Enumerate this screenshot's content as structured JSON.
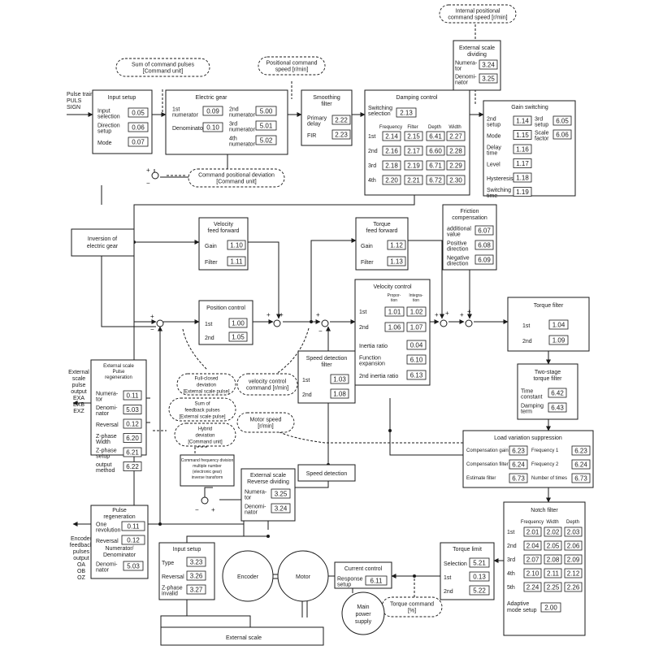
{
  "inputs": {
    "pulse_train": [
      "Pulse train",
      "PULS",
      "SIGN"
    ],
    "external_scale_output": [
      "External",
      "scale",
      "pulse",
      "output",
      "EXA",
      "EXB",
      "EXZ"
    ],
    "encoder_output": [
      "Encoder",
      "feedback",
      "pulses",
      "output",
      "OA",
      "OB",
      "OZ"
    ]
  },
  "clouds": {
    "sum_command": [
      "Sum of command pulses",
      "[Command unit]"
    ],
    "pos_cmd_speed": [
      "Positional command",
      "speed [r/min]"
    ],
    "internal_speed": [
      "Internal positional",
      "command speed [r/min]"
    ],
    "cmd_deviation": [
      "Command positional deviation",
      "[Command unit]"
    ],
    "full_closed": [
      "Full-closed",
      "deviation",
      "[External scale pulse]"
    ],
    "sum_feedback": [
      "Sum of",
      "feedback pulses",
      "[External scale pulse]"
    ],
    "hybrid": [
      "Hybrid",
      "deviation",
      "[Command unit]"
    ],
    "vel_cmd": [
      "velocity control",
      "command [r/min]"
    ],
    "motor_speed": [
      "Motor speed",
      "[r/min]"
    ],
    "torque_cmd": [
      "Torque command",
      "[%]"
    ]
  },
  "input_setup": {
    "title": "Input setup",
    "rows": [
      {
        "label": [
          "Input",
          "selection"
        ],
        "value": "0.05"
      },
      {
        "label": [
          "Direction",
          "setup"
        ],
        "value": "0.06"
      },
      {
        "label": [
          "Mode"
        ],
        "value": "0.07"
      }
    ]
  },
  "electric_gear": {
    "title": "Electric gear",
    "rows": [
      {
        "label": [
          "1st",
          "numerator"
        ],
        "value": "0.09"
      },
      {
        "label": [
          "Denominator"
        ],
        "value": "0.10"
      },
      {
        "label": [
          "2nd",
          "numerator"
        ],
        "value": "5.00"
      },
      {
        "label": [
          "3rd",
          "numerator"
        ],
        "value": "5.01"
      },
      {
        "label": [
          "4th",
          "numerator"
        ],
        "value": "5.02"
      }
    ]
  },
  "smoothing": {
    "title": [
      "Smoothing",
      "filter"
    ],
    "rows": [
      {
        "label": [
          "Primary",
          "delay"
        ],
        "value": "2.22"
      },
      {
        "label": [
          "FIR"
        ],
        "value": "2.23"
      }
    ]
  },
  "damping": {
    "title": "Damping control",
    "switching": {
      "label": [
        "Switching",
        "selection"
      ],
      "value": "2.13"
    },
    "headers": [
      "Frequency",
      "Filter",
      "Depth",
      "Width"
    ],
    "rows": [
      {
        "label": "1st",
        "values": [
          "2.14",
          "2.15",
          "6.41",
          "2.27"
        ]
      },
      {
        "label": "2nd",
        "values": [
          "2.16",
          "2.17",
          "6.60",
          "2.28"
        ]
      },
      {
        "label": "3rd",
        "values": [
          "2.18",
          "2.19",
          "6.71",
          "2.29"
        ]
      },
      {
        "label": "4th",
        "values": [
          "2.20",
          "2.21",
          "6.72",
          "2.30"
        ]
      }
    ]
  },
  "external_scale_dividing": {
    "title": [
      "External scale",
      "dividing"
    ],
    "rows": [
      {
        "label": [
          "Numera-",
          "tor"
        ],
        "value": "3.24"
      },
      {
        "label": [
          "Denomi-",
          "nator"
        ],
        "value": "3.25"
      }
    ]
  },
  "gain_switching": {
    "title": "Gain switching",
    "rows": [
      {
        "label": [
          "2nd",
          "setup"
        ],
        "value": "1.14"
      },
      {
        "label": [
          "Mode"
        ],
        "value": "1.15"
      },
      {
        "label": [
          "Delay",
          "time"
        ],
        "value": "1.16"
      },
      {
        "label": [
          "Level"
        ],
        "value": "1.17"
      },
      {
        "label": [
          "Hysteresis"
        ],
        "value": "1.18"
      },
      {
        "label": [
          "Switching",
          "time"
        ],
        "value": "1.19"
      }
    ],
    "extra": [
      {
        "label": [
          "3rd",
          "setup"
        ],
        "value": "6.05"
      },
      {
        "label": [
          "Scale",
          "factor"
        ],
        "value": "6.06"
      }
    ]
  },
  "inversion": {
    "title": [
      "Inversion of",
      "electric gear"
    ]
  },
  "velocity_ff": {
    "title": [
      "Velocity",
      "feed forward"
    ],
    "rows": [
      {
        "label": [
          "Gain"
        ],
        "value": "1.10"
      },
      {
        "label": [
          "Filter"
        ],
        "value": "1.11"
      }
    ]
  },
  "torque_ff": {
    "title": [
      "Torque",
      "feed forward"
    ],
    "rows": [
      {
        "label": [
          "Gain"
        ],
        "value": "1.12"
      },
      {
        "label": [
          "Filter"
        ],
        "value": "1.13"
      }
    ]
  },
  "friction": {
    "title": [
      "Friction",
      "compensation"
    ],
    "rows": [
      {
        "label": [
          "additional",
          "value"
        ],
        "value": "6.07"
      },
      {
        "label": [
          "Positive",
          "direction"
        ],
        "value": "6.08"
      },
      {
        "label": [
          "Negative",
          "direction"
        ],
        "value": "6.09"
      }
    ]
  },
  "position_control": {
    "title": "Position control",
    "rows": [
      {
        "label": [
          "1st"
        ],
        "value": "1.00"
      },
      {
        "label": [
          "2nd"
        ],
        "value": "1.05"
      }
    ]
  },
  "velocity_control": {
    "title": "Velocity control",
    "headers": [
      [
        "Propor-",
        "tion"
      ],
      [
        "Integra-",
        "tion"
      ]
    ],
    "rows": [
      {
        "label": "1st",
        "values": [
          "1.01",
          "1.02"
        ]
      },
      {
        "label": "2nd",
        "values": [
          "1.06",
          "1.07"
        ]
      }
    ],
    "singles": [
      {
        "label": [
          "Inertia ratio"
        ],
        "value": "0.04"
      },
      {
        "label": [
          "Function",
          "expansion"
        ],
        "value": "6.10"
      },
      {
        "label": [
          "2nd inertia ratio"
        ],
        "value": "6.13"
      }
    ]
  },
  "torque_filter": {
    "title": "Torque filter",
    "rows": [
      {
        "label": [
          "1st"
        ],
        "value": "1.04"
      },
      {
        "label": [
          "2nd"
        ],
        "value": "1.09"
      }
    ]
  },
  "pulse_regen_ext": {
    "title": [
      "External scale",
      "Pulse",
      "regeneration"
    ],
    "rows": [
      {
        "label": [
          "Numera-",
          "tor"
        ],
        "value": "0.11"
      },
      {
        "label": [
          "Denomi-",
          "nator"
        ],
        "value": "5.03"
      },
      {
        "label": [
          "Reversal"
        ],
        "value": "0.12"
      },
      {
        "label": [
          "Z-phase",
          "Width"
        ],
        "value": "6.20"
      },
      {
        "label": [
          "Z-phase",
          "setup"
        ],
        "value": "6.21"
      },
      {
        "label": [
          "output",
          "method"
        ],
        "value": "6.22"
      }
    ]
  },
  "speed_detection_filter": {
    "title": [
      "Speed detection",
      "filter"
    ],
    "rows": [
      {
        "label": [
          "1st"
        ],
        "value": "1.03"
      },
      {
        "label": [
          "2nd"
        ],
        "value": "1.08"
      }
    ]
  },
  "two_stage": {
    "title": [
      "Two-stage",
      "torque filter"
    ],
    "rows": [
      {
        "label": [
          "Time",
          "constant"
        ],
        "value": "6.42"
      },
      {
        "label": [
          "Damping",
          "term"
        ],
        "value": "6.43"
      }
    ]
  },
  "load_variation": {
    "title": "Load variation suppression",
    "rows": [
      {
        "label": "Compensation gain",
        "value": "6.23",
        "label2": "Frequency 1",
        "value2": "6.23"
      },
      {
        "label": "Compensation filter",
        "value": "6.24",
        "label2": "Frequency 2",
        "value2": "6.24"
      },
      {
        "label": "Estimate filter",
        "value": "6.73",
        "label2": "Number of times",
        "value2": "6.73"
      }
    ]
  },
  "cmd_freq_div": {
    "lines": [
      "Command frequency division",
      "multiple number",
      "(electronic gear)",
      "inverse transform"
    ]
  },
  "ext_reverse_dividing": {
    "title": [
      "External scale",
      "Reverse dividing"
    ],
    "rows": [
      {
        "label": [
          "Numera-",
          "tor"
        ],
        "value": "3.25"
      },
      {
        "label": [
          "Denomi-",
          "nator"
        ],
        "value": "3.24"
      }
    ]
  },
  "speed_detection": {
    "title": "Speed detection"
  },
  "pulse_regen": {
    "title": [
      "Pulse",
      "regeneration"
    ],
    "rows": [
      {
        "label": [
          "One",
          "revolution"
        ],
        "value": "0.11"
      },
      {
        "label": [
          "Reversal"
        ],
        "value": "0.12"
      }
    ],
    "sub": [
      "Numerator/",
      "Denominator"
    ],
    "sub_row": {
      "label": [
        "Denomi-",
        "nator"
      ],
      "value": "5.03"
    }
  },
  "input_setup2": {
    "title": "Input setup",
    "rows": [
      {
        "label": [
          "Type"
        ],
        "value": "3.23"
      },
      {
        "label": [
          "Reversal"
        ],
        "value": "3.26"
      },
      {
        "label": [
          "Z-phase",
          "invalid"
        ],
        "value": "3.27"
      }
    ]
  },
  "encoder": {
    "label": "Encoder"
  },
  "motor": {
    "label": "Motor"
  },
  "external_scale": {
    "label": "External scale"
  },
  "current_control": {
    "title": "Current control",
    "rows": [
      {
        "label": [
          "Response",
          "setup"
        ],
        "value": "6.11"
      }
    ]
  },
  "main_power": {
    "label": [
      "Main",
      "power",
      "supply"
    ]
  },
  "torque_limit": {
    "title": "Torque limit",
    "rows": [
      {
        "label": [
          "Selection"
        ],
        "value": "5.21"
      },
      {
        "label": [
          "1st"
        ],
        "value": "0.13"
      },
      {
        "label": [
          "2nd"
        ],
        "value": "5.22"
      }
    ]
  },
  "notch": {
    "title": "Notch filter",
    "headers": [
      "Frequency",
      "Width",
      "Depth"
    ],
    "rows": [
      {
        "label": "1st",
        "values": [
          "2.01",
          "2.02",
          "2.03"
        ]
      },
      {
        "label": "2nd",
        "values": [
          "2.04",
          "2.05",
          "2.06"
        ]
      },
      {
        "label": "3rd",
        "values": [
          "2.07",
          "2.08",
          "2.09"
        ]
      },
      {
        "label": "4th",
        "values": [
          "2.10",
          "2.11",
          "2.12"
        ]
      },
      {
        "label": "5th",
        "values": [
          "2.24",
          "2.25",
          "2.26"
        ]
      }
    ],
    "adaptive": {
      "label": [
        "Adaptive",
        "mode setup"
      ],
      "value": "2.00"
    }
  },
  "signs": {
    "plus": "+",
    "minus": "−"
  }
}
